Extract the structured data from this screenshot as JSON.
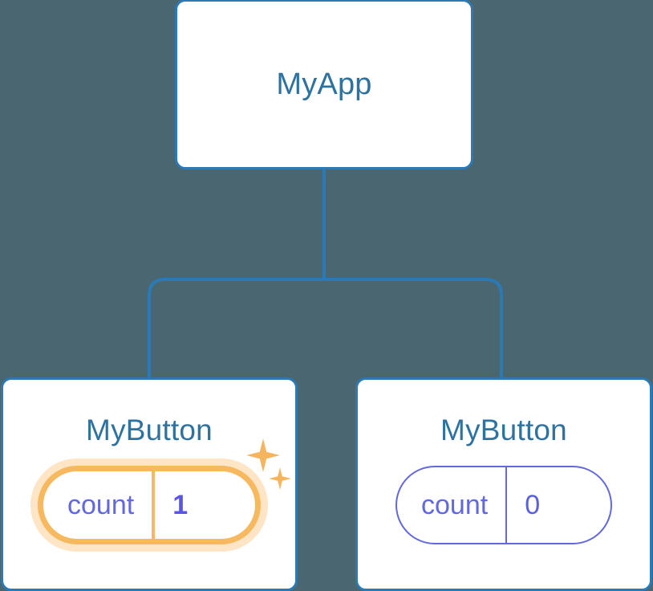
{
  "diagram": {
    "type": "component-tree",
    "background_color": "#4a6670",
    "edge_color": "#2b7ab5",
    "node_border_color": "#2b7ab5",
    "node_fill_color": "#ffffff",
    "title_color": "#2e72a0",
    "state_color": "#6268df",
    "highlight_color": "#f7b95f",
    "highlight_glow_color": "#fabe6e",
    "sparkle_color": "#f5b45e"
  },
  "root": {
    "title": "MyApp"
  },
  "children": [
    {
      "title": "MyButton",
      "state_key": "count",
      "state_value": "1",
      "highlighted": true,
      "sparkles": true
    },
    {
      "title": "MyButton",
      "state_key": "count",
      "state_value": "0",
      "highlighted": false,
      "sparkles": false
    }
  ]
}
